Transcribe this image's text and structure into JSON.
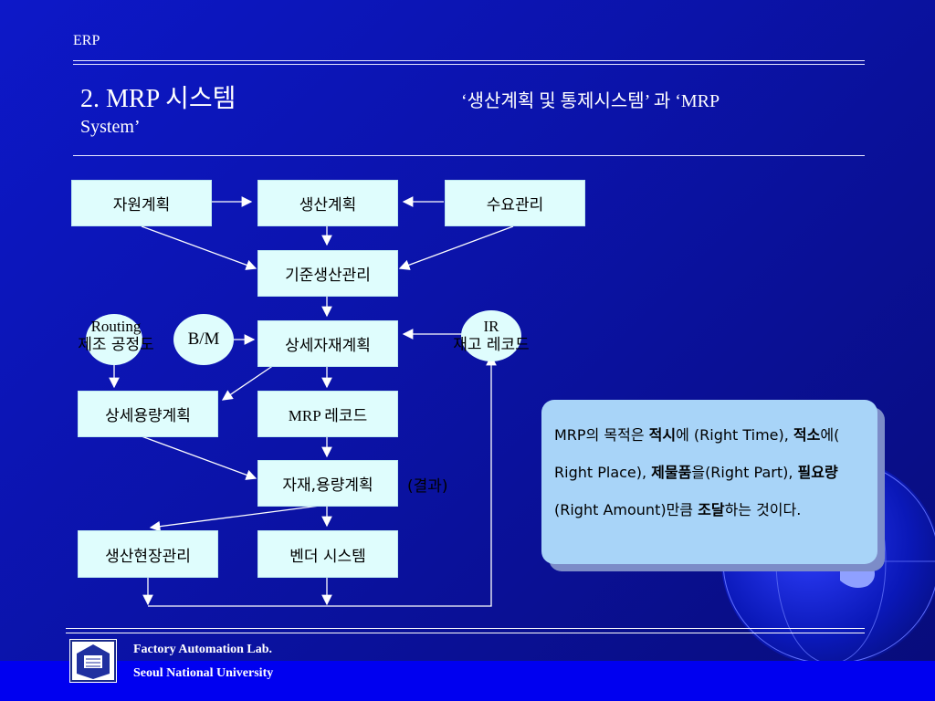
{
  "header": {
    "label": "ERP",
    "title": "2. MRP 시스템",
    "subtitle": "‘생산계획 및 통제시스템’ 과 ‘MRP",
    "subtitle_cont": "System’"
  },
  "diagram": {
    "resource_planning": "자원계획",
    "production_planning": "생산계획",
    "demand_management": "수요관리",
    "master_production": "기준생산관리",
    "detailed_material": "상세자재계획",
    "detailed_capacity": "상세용량계획",
    "mrp_record": "MRP 레코드",
    "material_capacity": "자재,용량계획",
    "result": "(결과)",
    "shop_floor": "생산현장관리",
    "vendor_system": "벤더 시스템",
    "bm": "B/M",
    "ir": "IR",
    "inventory_record": "재고 레코드",
    "routing": "Routing",
    "process_chart": "제조 공정도"
  },
  "note": {
    "p1": "MRP의 목적은  ",
    "b1": "적시",
    "p2": "에 (Right Time), ",
    "b2": "적소",
    "p3": "에( Right Place), ",
    "b3": "제물품",
    "p4": "을(Right Part), ",
    "b4": "필요량",
    "p5": "(Right Amount)만큼  ",
    "b5": "조달",
    "p6": "하는 것이다."
  },
  "footer": {
    "lab": "Factory Automation Lab.",
    "university": "Seoul National University"
  },
  "colors": {
    "background": "#0b13a8",
    "box": "#dffdfd",
    "note": "#a8d4f8",
    "footer_bar": "#0000f0"
  }
}
